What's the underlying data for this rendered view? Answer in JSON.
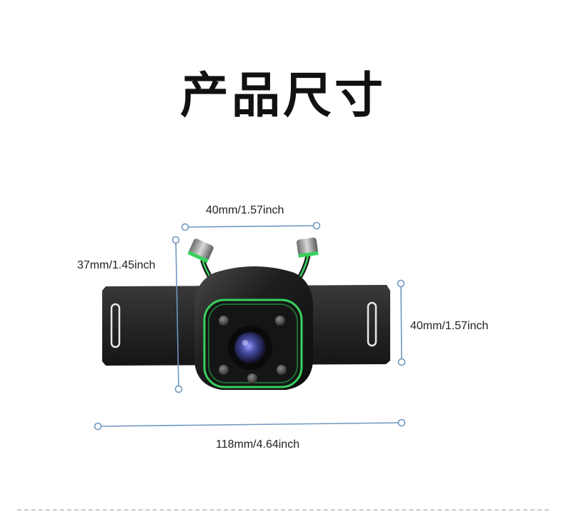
{
  "title": "产品尺寸",
  "dimensions": {
    "top_width": "40mm/1.57inch",
    "left_height": "37mm/1.45inch",
    "right_height": "40mm/1.57inch",
    "bottom_width": "118mm/4.64inch"
  },
  "colors": {
    "dimension_line": "#6f97bf",
    "bracket": "#2a2a2a",
    "housing": "#1c1c1c",
    "glow": "#38d15f",
    "lens": "#4a4fa6"
  }
}
